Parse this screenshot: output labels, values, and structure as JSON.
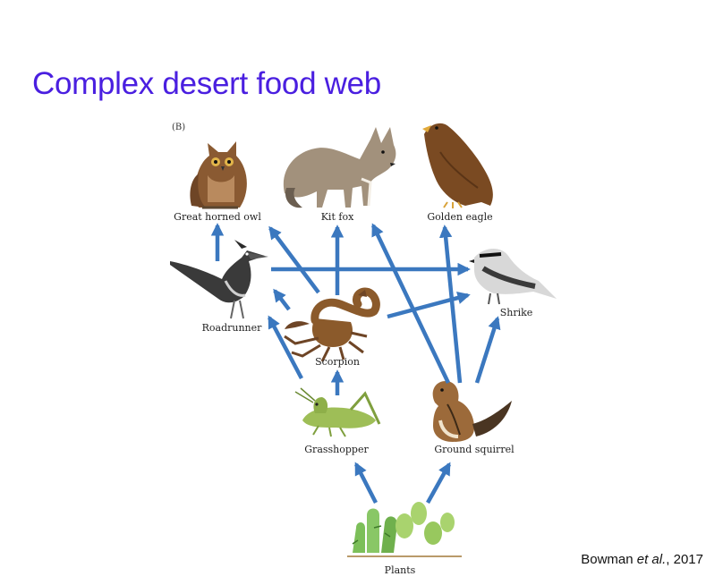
{
  "slide": {
    "title": "Complex desert food web",
    "title_color": "#4A1FE0"
  },
  "figure": {
    "panel_label": "(B)",
    "arrow_color": "#3B78BF",
    "organisms": {
      "owl": "Great horned owl",
      "fox": "Kit fox",
      "eagle": "Golden eagle",
      "roadrunner": "Roadrunner",
      "shrike": "Shrike",
      "scorpion": "Scorpion",
      "grasshopper": "Grasshopper",
      "squirrel": "Ground squirrel",
      "plants": "Plants"
    },
    "feeding_links": [
      {
        "from": "plants",
        "to": "grasshopper"
      },
      {
        "from": "plants",
        "to": "squirrel"
      },
      {
        "from": "grasshopper",
        "to": "scorpion"
      },
      {
        "from": "grasshopper",
        "to": "roadrunner"
      },
      {
        "from": "scorpion",
        "to": "roadrunner"
      },
      {
        "from": "scorpion",
        "to": "fox"
      },
      {
        "from": "scorpion",
        "to": "owl"
      },
      {
        "from": "scorpion",
        "to": "shrike"
      },
      {
        "from": "roadrunner",
        "to": "owl"
      },
      {
        "from": "roadrunner",
        "to": "shrike"
      },
      {
        "from": "squirrel",
        "to": "shrike"
      },
      {
        "from": "squirrel",
        "to": "eagle"
      },
      {
        "from": "squirrel",
        "to": "fox"
      }
    ]
  },
  "citation": {
    "authors": "Bowman",
    "etal": "et al.",
    "year": ", 2017"
  }
}
